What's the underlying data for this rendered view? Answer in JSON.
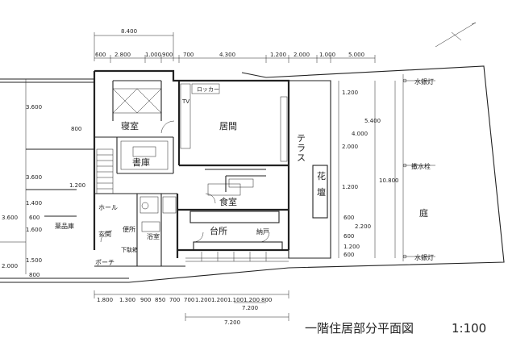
{
  "title": "一階住居部分平面図",
  "scale": "1:100",
  "rooms": {
    "bedroom": "寝室",
    "living": "居間",
    "study": "書庫",
    "dining": "食室",
    "terrace": "テラス",
    "flowerbed": "花壇",
    "garden": "庭",
    "hall": "ホール",
    "medicine": "薬品庫",
    "entrance": "玄関",
    "toilet": "便所",
    "bath": "浴室",
    "kitchen": "台所",
    "cupboard": "納戸",
    "porch": "ポーチ"
  },
  "labels": {
    "lamp_top": "水銀灯",
    "hydrant": "撒水栓",
    "lamp_bottom": "水銀灯",
    "locker": "ロッカー",
    "tv": "TV",
    "shoebox": "下駄箱"
  },
  "dims_top_outer": "8.400",
  "dims_top": [
    "600",
    "2.800",
    "1.000",
    "900",
    "700",
    "4.300",
    "1.200",
    "2.000",
    "1.000",
    "5.000"
  ],
  "dims_left": [
    "3.600",
    "800",
    "3.600",
    "1.400",
    "600",
    "1.600",
    "1.500",
    "800"
  ],
  "dims_left_outer": [
    "3.600",
    "2.000"
  ],
  "dims_inner_left": "1.200",
  "dims_right": [
    "1.200",
    "5.400",
    "4.000",
    "2.000",
    "1.200",
    "10.800",
    "600",
    "2.200",
    "600",
    "1.200",
    "600"
  ],
  "dims_bottom": [
    "1.800",
    "1.300",
    "900",
    "850",
    "700",
    "700",
    "1.200",
    "1.200",
    "1.100",
    "1.200",
    "800"
  ],
  "dims_bottom_inner": "7.200",
  "dims_bottom_total": "7.200"
}
